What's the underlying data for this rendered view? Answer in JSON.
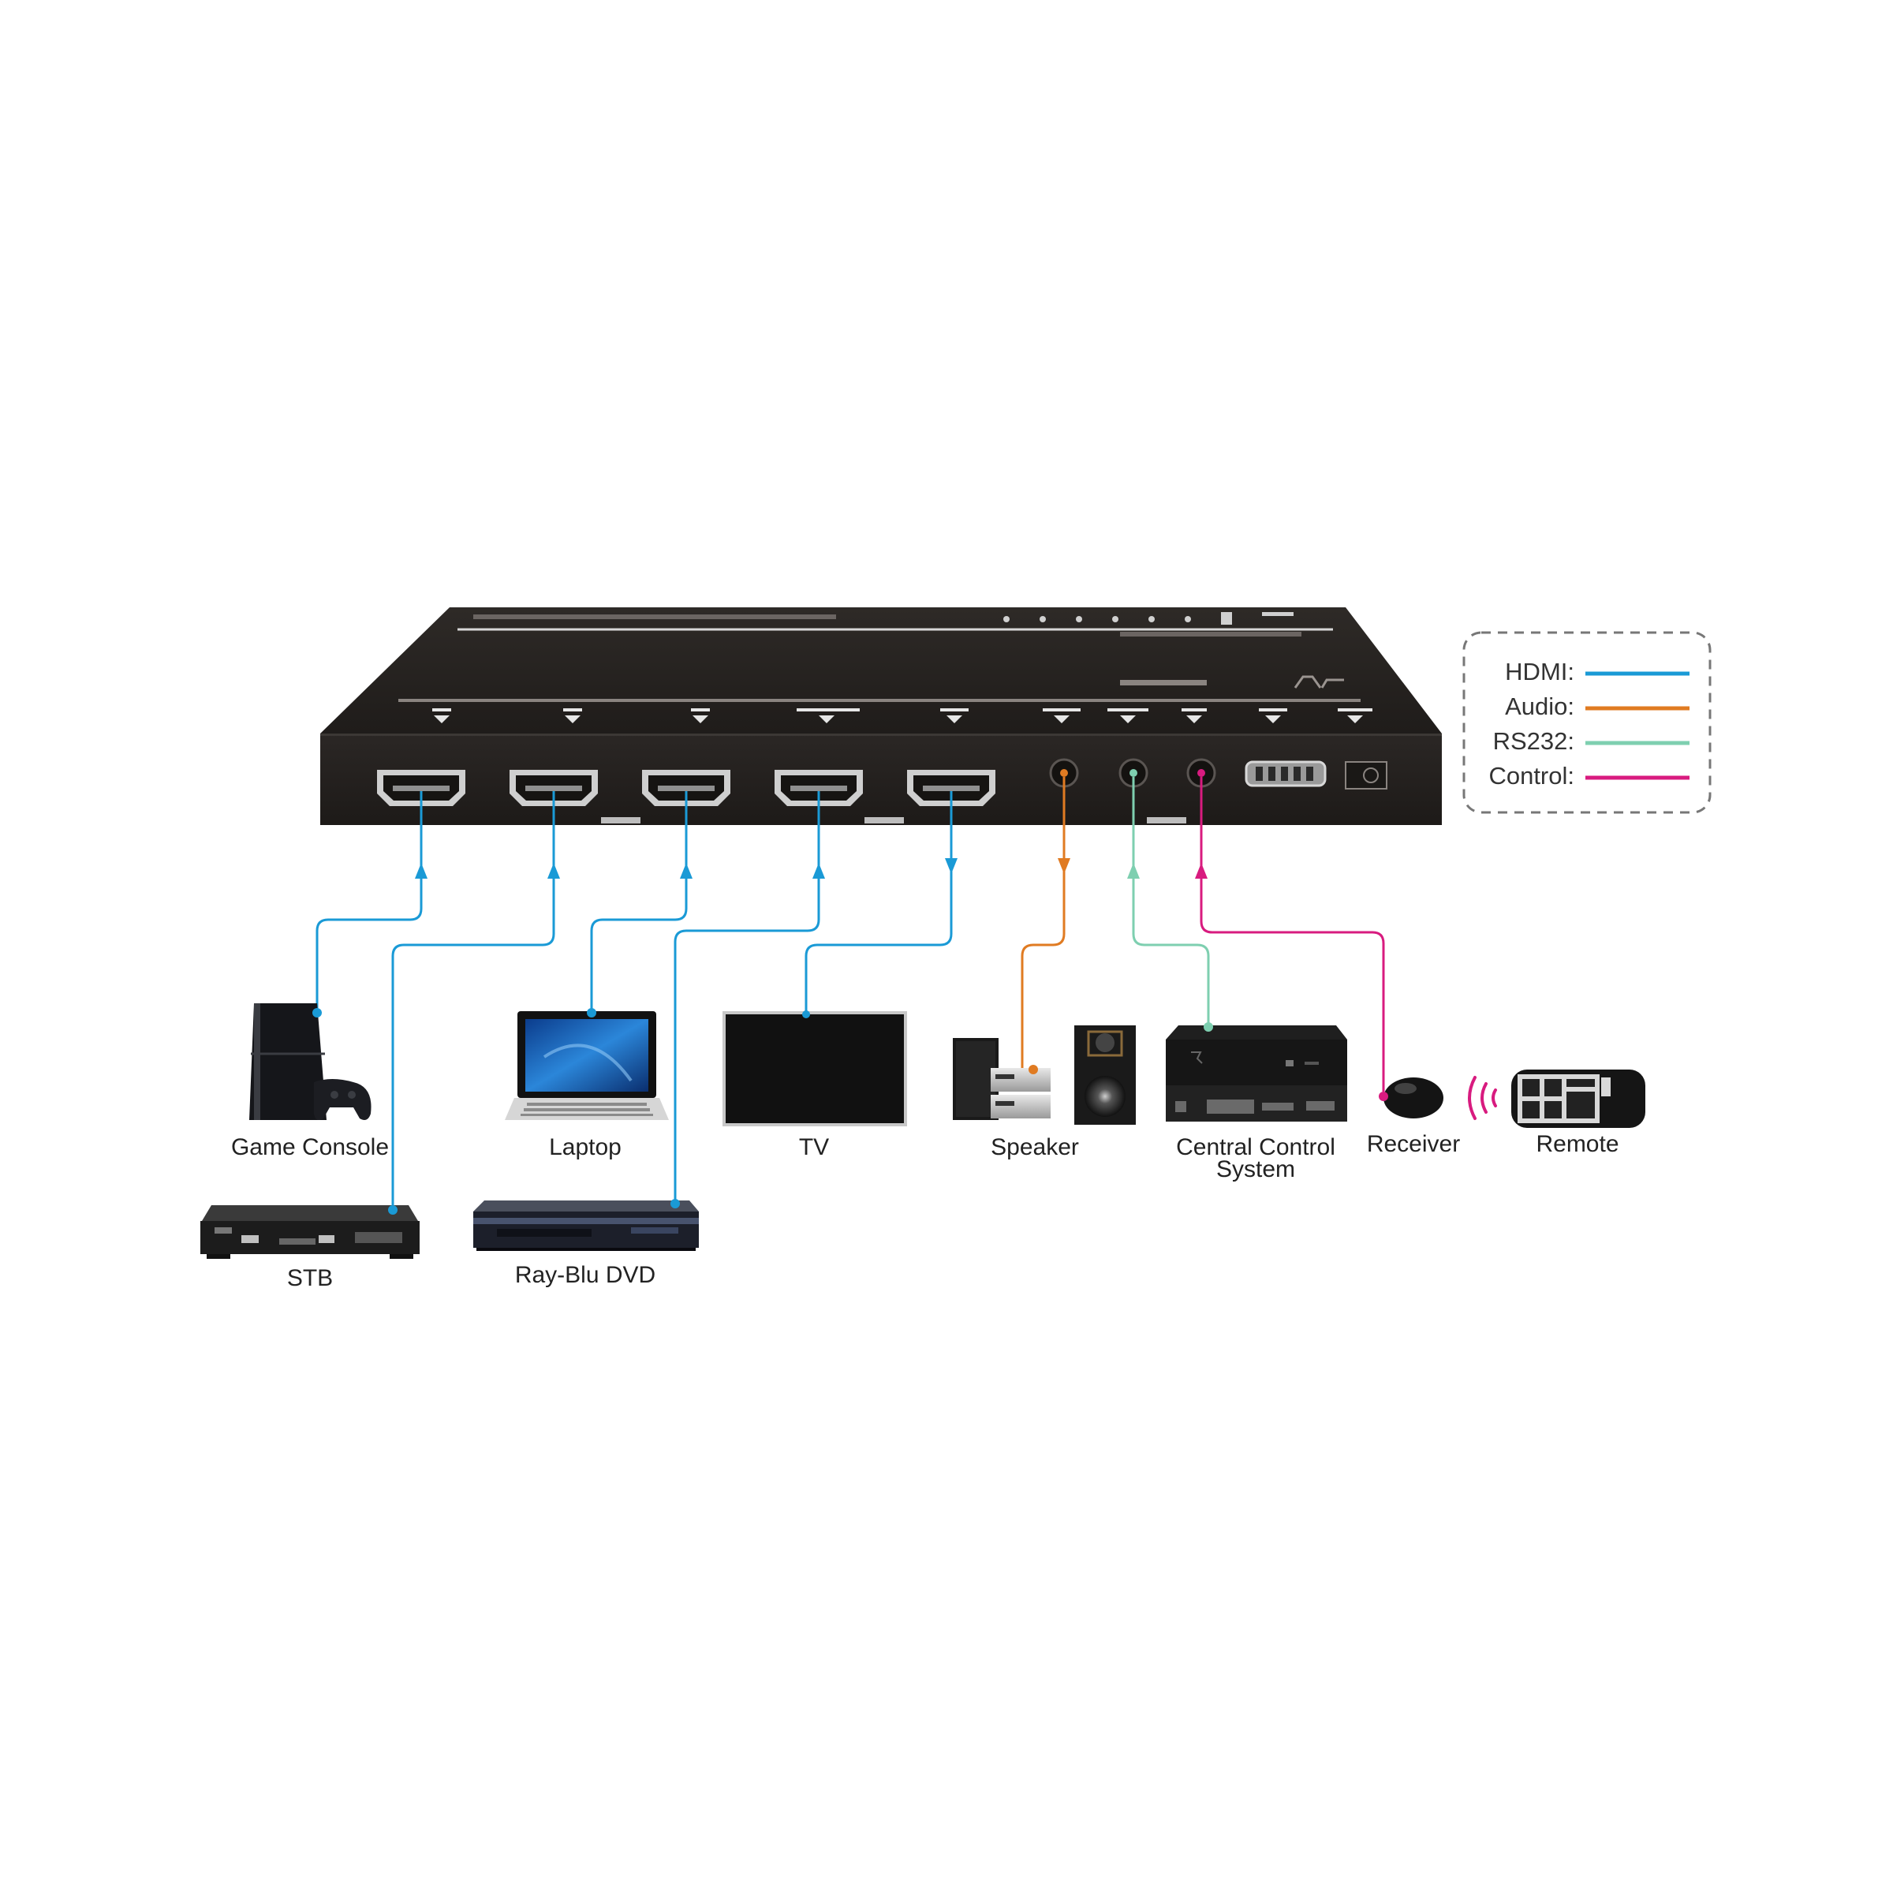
{
  "colors": {
    "hdmi": "#1a9ad6",
    "audio": "#e07b22",
    "rs232": "#7ecfb0",
    "control": "#d81b7f",
    "unit_body": "#2a2624",
    "label_text": "#222222"
  },
  "legend": {
    "items": [
      {
        "label": "HDMI:",
        "color_key": "hdmi"
      },
      {
        "label": "Audio:",
        "color_key": "audio"
      },
      {
        "label": "RS232:",
        "color_key": "rs232"
      },
      {
        "label": "Control:",
        "color_key": "control"
      }
    ]
  },
  "devices": {
    "game_console": {
      "label": "Game Console",
      "icon": "game-console-icon"
    },
    "stb": {
      "label": "STB",
      "icon": "set-top-box-icon"
    },
    "laptop": {
      "label": "Laptop",
      "icon": "laptop-icon"
    },
    "bluray": {
      "label": "Ray-Blu DVD",
      "icon": "bluray-player-icon"
    },
    "tv": {
      "label": "TV",
      "icon": "tv-icon"
    },
    "speaker": {
      "label": "Speaker",
      "icon": "speaker-system-icon"
    },
    "central_control": {
      "label_line1": "Central Control",
      "label_line2": "System",
      "icon": "control-system-icon"
    },
    "receiver": {
      "label": "Receiver",
      "icon": "ir-receiver-icon"
    },
    "remote": {
      "label": "Remote",
      "icon": "remote-control-icon"
    }
  }
}
